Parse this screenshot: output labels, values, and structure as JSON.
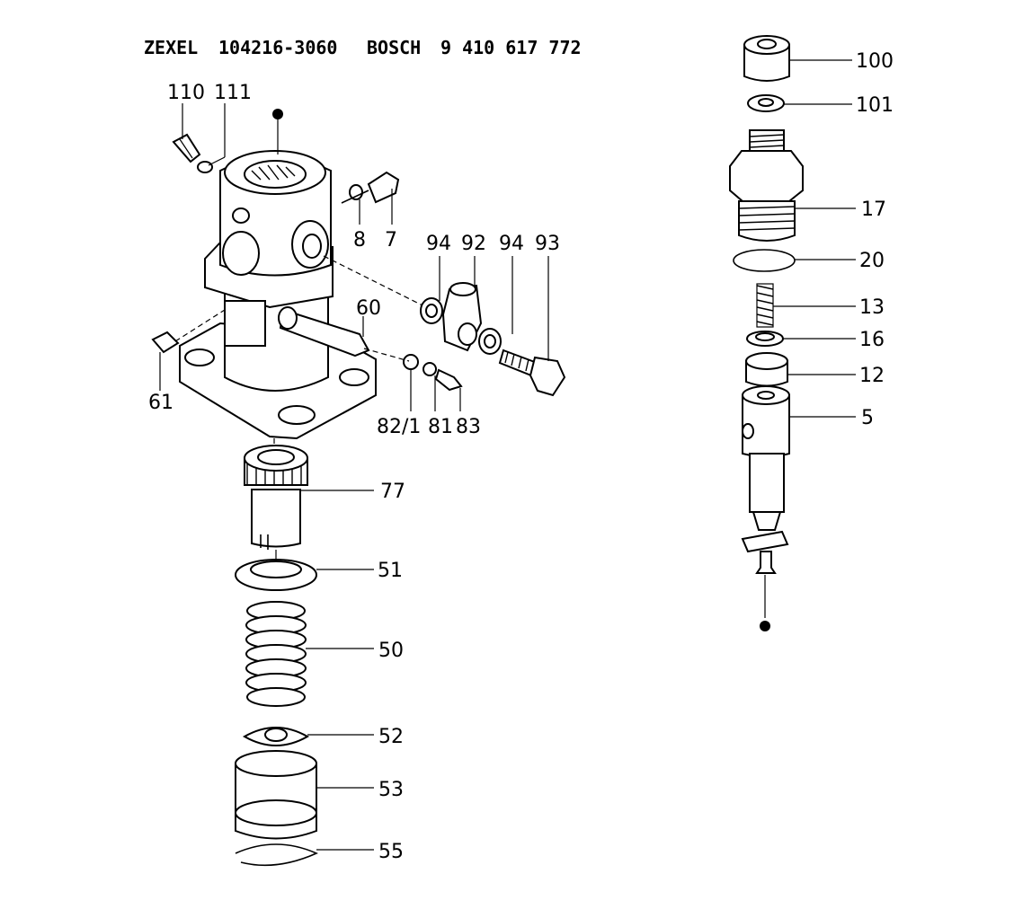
{
  "header": {
    "brand_zexel": "ZEXEL",
    "zexel_number": "104216-3060",
    "brand_bosch": "BOSCH",
    "bosch_number": "9 410 617 772"
  },
  "part_labels": {
    "p110": "110",
    "p111": "111",
    "p8": "8",
    "p7": "7",
    "p94a": "94",
    "p92": "92",
    "p94b": "94",
    "p93": "93",
    "p60": "60",
    "p61": "61",
    "p82": "82/1",
    "p81": "81",
    "p83": "83",
    "p77": "77",
    "p51": "51",
    "p50": "50",
    "p52": "52",
    "p53": "53",
    "p55": "55",
    "p100": "100",
    "p101": "101",
    "p17": "17",
    "p20": "20",
    "p13": "13",
    "p16": "16",
    "p12": "12",
    "p5": "5"
  }
}
